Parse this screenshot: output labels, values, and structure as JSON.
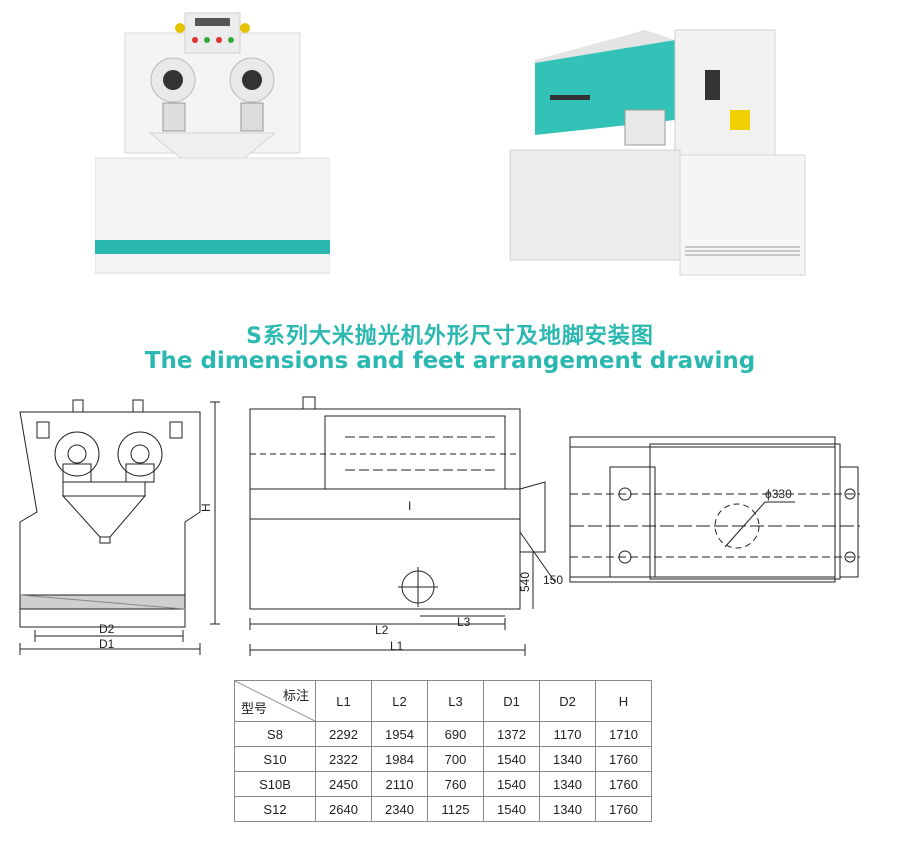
{
  "heading": {
    "title_cn": "S系列大米抛光机外形尺寸及地脚安装图",
    "title_en": "The dimensions and feet arrangement drawing"
  },
  "drawing_labels": {
    "front": {
      "height": "H",
      "inner_width": "D2",
      "outer_width": "D1"
    },
    "side": {
      "center_mark": "I",
      "length_mid": "L2",
      "length_total": "L1",
      "length_short": "L3",
      "height_540": "540",
      "dim_150": "150"
    },
    "top": {
      "diameter": "ϕ330"
    }
  },
  "table": {
    "corner_top": "标注",
    "corner_bottom": "型号",
    "columns": [
      "L1",
      "L2",
      "L3",
      "D1",
      "D2",
      "H"
    ],
    "rows": [
      {
        "model": "S8",
        "values": [
          "2292",
          "1954",
          "690",
          "1372",
          "1170",
          "1710"
        ]
      },
      {
        "model": "S10",
        "values": [
          "2322",
          "1984",
          "700",
          "1540",
          "1340",
          "1760"
        ]
      },
      {
        "model": "S10B",
        "values": [
          "2450",
          "2110",
          "760",
          "1540",
          "1340",
          "1760"
        ]
      },
      {
        "model": "S12",
        "values": [
          "2640",
          "2340",
          "1125",
          "1540",
          "1340",
          "1760"
        ]
      }
    ]
  },
  "colors": {
    "accent": "#2ab8b0",
    "machine_body": "#f2f2f2",
    "line": "#222222"
  }
}
